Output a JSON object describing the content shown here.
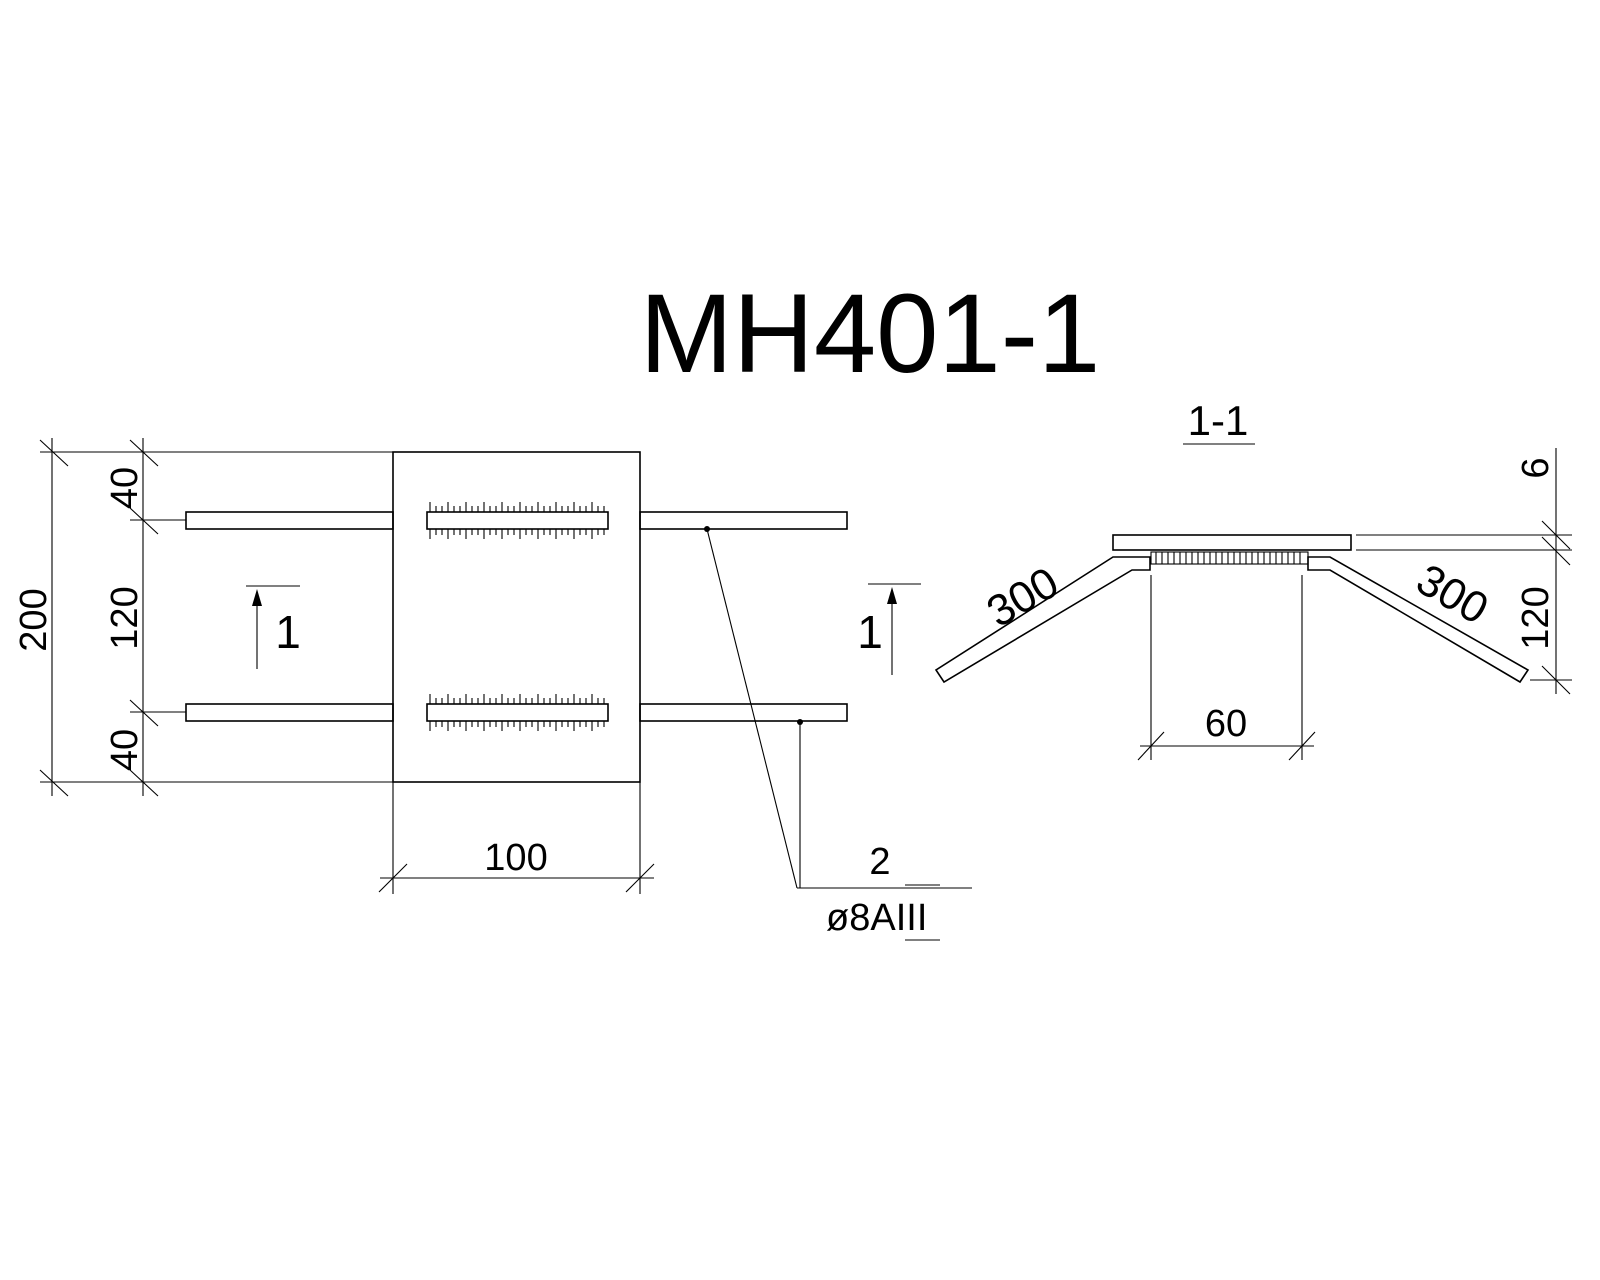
{
  "title": "MH401-1",
  "section_label": "1-1",
  "plan_view": {
    "dimensions": {
      "overall_height": "200",
      "top_offset": "40",
      "middle_spacing": "120",
      "bottom_offset": "40",
      "plate_width": "100"
    },
    "section_marker_left": "1",
    "section_marker_right": "1"
  },
  "rebar_callout": {
    "quantity": "2",
    "spec_prefix": "ø8A",
    "spec_class": "III"
  },
  "section_view": {
    "dimensions": {
      "plate_thickness": "6",
      "leg_height": "120",
      "weld_length": "60",
      "left_leg_length": "300",
      "right_leg_length": "300"
    }
  },
  "colors": {
    "line": "#000000",
    "background": "#ffffff"
  }
}
